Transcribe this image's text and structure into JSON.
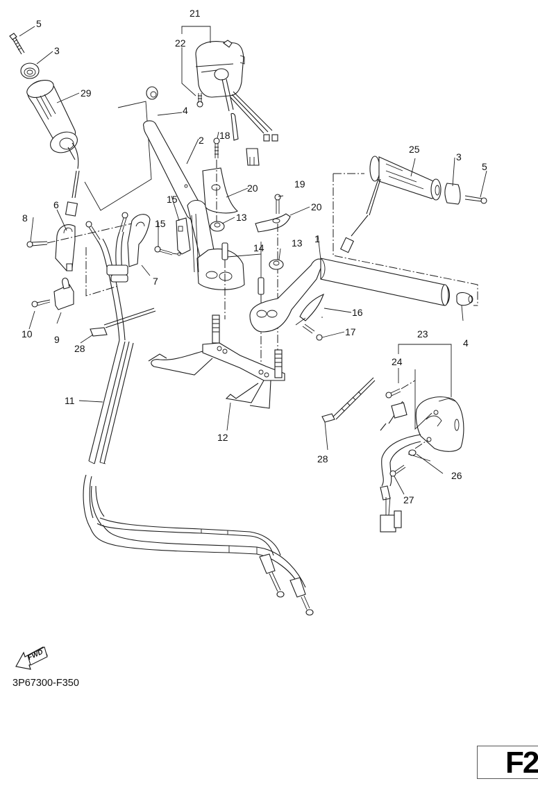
{
  "diagram": {
    "title": "Handlebar and cable exploded parts diagram",
    "figure_code": "3P67300-F350",
    "page_id": "F2",
    "forward_indicator": "FWD",
    "labels": [
      {
        "id": "p1",
        "text": "1"
      },
      {
        "id": "p2",
        "text": "2"
      },
      {
        "id": "p3a",
        "text": "3"
      },
      {
        "id": "p3b",
        "text": "3"
      },
      {
        "id": "p4a",
        "text": "4"
      },
      {
        "id": "p4b",
        "text": "4"
      },
      {
        "id": "p5a",
        "text": "5"
      },
      {
        "id": "p5b",
        "text": "5"
      },
      {
        "id": "p6",
        "text": "6"
      },
      {
        "id": "p7",
        "text": "7"
      },
      {
        "id": "p8",
        "text": "8"
      },
      {
        "id": "p9",
        "text": "9"
      },
      {
        "id": "p10",
        "text": "10"
      },
      {
        "id": "p11",
        "text": "11"
      },
      {
        "id": "p12",
        "text": "12"
      },
      {
        "id": "p13a",
        "text": "13"
      },
      {
        "id": "p13b",
        "text": "13"
      },
      {
        "id": "p14",
        "text": "14"
      },
      {
        "id": "p15a",
        "text": "15"
      },
      {
        "id": "p15b",
        "text": "15"
      },
      {
        "id": "p16",
        "text": "16"
      },
      {
        "id": "p17",
        "text": "17"
      },
      {
        "id": "p18",
        "text": "18"
      },
      {
        "id": "p19",
        "text": "19"
      },
      {
        "id": "p20a",
        "text": "20"
      },
      {
        "id": "p20b",
        "text": "20"
      },
      {
        "id": "p21",
        "text": "21"
      },
      {
        "id": "p22",
        "text": "22"
      },
      {
        "id": "p23",
        "text": "23"
      },
      {
        "id": "p24",
        "text": "24"
      },
      {
        "id": "p25",
        "text": "25"
      },
      {
        "id": "p26",
        "text": "26"
      },
      {
        "id": "p27",
        "text": "27"
      },
      {
        "id": "p28a",
        "text": "28"
      },
      {
        "id": "p28b",
        "text": "28"
      },
      {
        "id": "p29",
        "text": "29"
      }
    ]
  }
}
